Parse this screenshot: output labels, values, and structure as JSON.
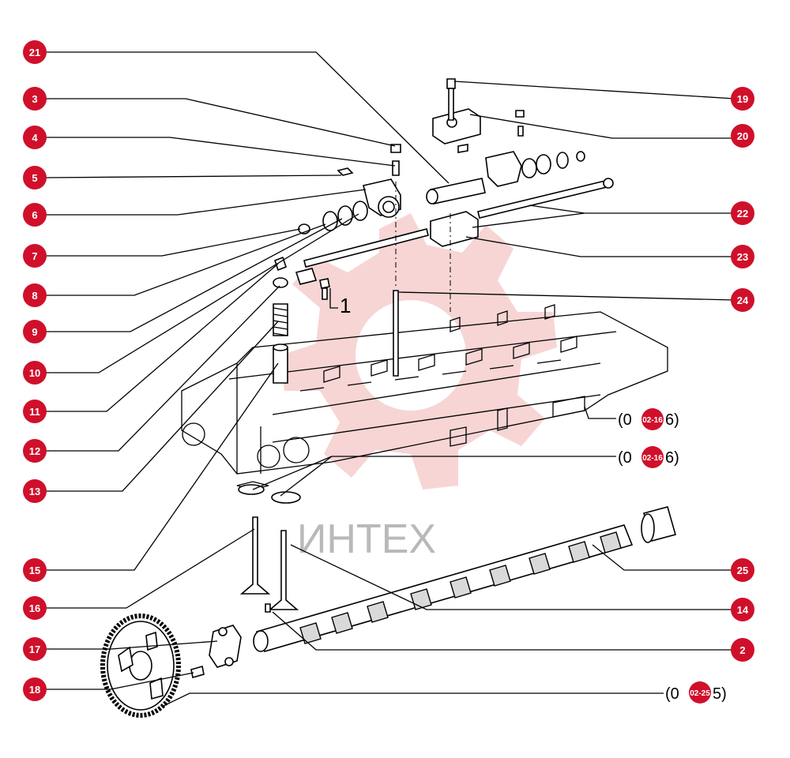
{
  "callouts": [
    {
      "id": "c21",
      "label": "21"
    },
    {
      "id": "c3",
      "label": "3"
    },
    {
      "id": "c4",
      "label": "4"
    },
    {
      "id": "c5",
      "label": "5"
    },
    {
      "id": "c6",
      "label": "6"
    },
    {
      "id": "c7",
      "label": "7"
    },
    {
      "id": "c8",
      "label": "8"
    },
    {
      "id": "c9",
      "label": "9"
    },
    {
      "id": "c10",
      "label": "10"
    },
    {
      "id": "c11",
      "label": "11"
    },
    {
      "id": "c12",
      "label": "12"
    },
    {
      "id": "c13",
      "label": "13"
    },
    {
      "id": "c15",
      "label": "15"
    },
    {
      "id": "c16",
      "label": "16"
    },
    {
      "id": "c17",
      "label": "17"
    },
    {
      "id": "c18",
      "label": "18"
    },
    {
      "id": "c19",
      "label": "19"
    },
    {
      "id": "c20",
      "label": "20"
    },
    {
      "id": "c22",
      "label": "22"
    },
    {
      "id": "c23",
      "label": "23"
    },
    {
      "id": "c24",
      "label": "24"
    },
    {
      "id": "c25",
      "label": "25"
    },
    {
      "id": "c14",
      "label": "14"
    },
    {
      "id": "c2",
      "label": "2"
    }
  ],
  "refs": {
    "head_ref_1": "(0",
    "head_ref_1_tail": "6)",
    "head_ref_1_badge": "02-16",
    "head_ref_2": "(0",
    "head_ref_2_tail": "6)",
    "head_ref_2_badge": "02-16",
    "gear_ref": "(0",
    "gear_ref_tail": "5)",
    "gear_ref_badge": "02-25",
    "part_1_label": "1"
  },
  "watermark": {
    "text": "ИНТЕХ",
    "gear_color": "#f2b3b3"
  },
  "colors": {
    "callout_fill": "#d0102b",
    "callout_text": "#ffffff",
    "line": "#000000"
  }
}
